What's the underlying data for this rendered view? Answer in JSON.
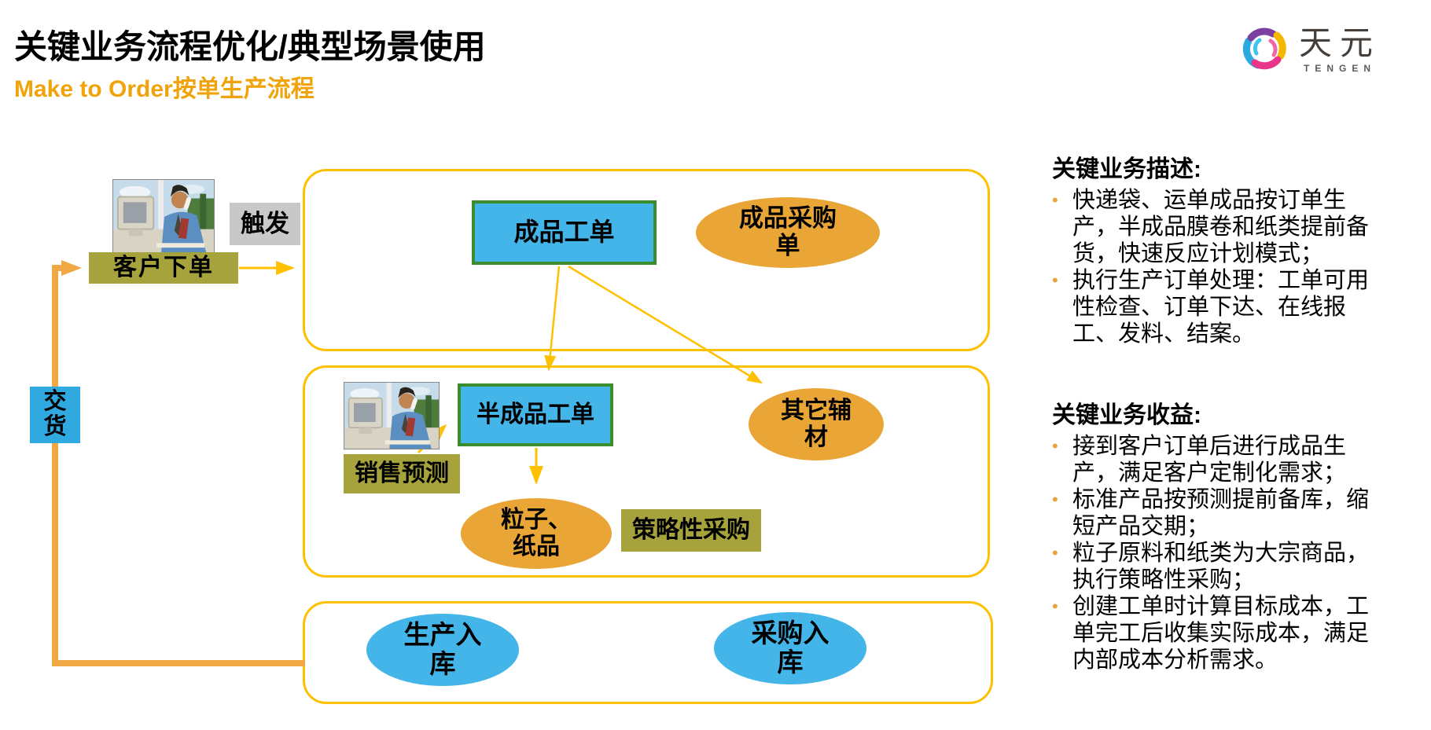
{
  "header": {
    "title": "关键业务流程优化/典型场景使用",
    "subtitle": "Make to Order按单生产流程",
    "logo_text": "天元",
    "logo_sub": "TENGEN"
  },
  "flow": {
    "trigger": "触发",
    "customer_order": "客户下单",
    "delivery_lines": [
      "交",
      "货"
    ],
    "nodes": {
      "finished_work_order": "成品工单",
      "finished_purchase_order_lines": [
        "成品采购",
        "单"
      ],
      "semi_finished_work_order": "半成品工单",
      "sales_forecast": "销售预测",
      "other_aux_lines": [
        "其它辅",
        "材"
      ],
      "granule_paper_lines": [
        "粒子、",
        "纸品"
      ],
      "strategic_purchase": "策略性采购",
      "production_inbound_lines": [
        "生产入",
        "库"
      ],
      "purchase_inbound_lines": [
        "采购入",
        "库"
      ]
    }
  },
  "right_panel": {
    "desc_heading": "关键业务描述:",
    "desc_bullets": [
      "快递袋、运单成品按订单生产，半成品膜卷和纸类提前备货，快速反应计划模式；",
      "执行生产订单处理：工单可用性检查、订单下达、在线报工、发料、结案。"
    ],
    "benefit_heading": "关键业务收益:",
    "benefit_bullets": [
      "接到客户订单后进行成品生产，满足客户定制化需求；",
      "标准产品按预测提前备库，缩短产品交期；",
      "粒子原料和纸类为大宗商品，执行策略性采购；",
      "创建工单时计算目标成本，工单完工后收集实际成本，满足内部成本分析需求。"
    ]
  },
  "colors": {
    "gold": "#FFC000",
    "loop": "#EFA843",
    "orange": "#E9A636",
    "olive": "#A6A33C",
    "blue": "#44B5E9",
    "delivery-blue": "#2FA9E0",
    "green": "#3B8C2C",
    "gray": "#C8C8C8",
    "subtitle": "#F0A30A",
    "bullet": "#E8A33C"
  }
}
